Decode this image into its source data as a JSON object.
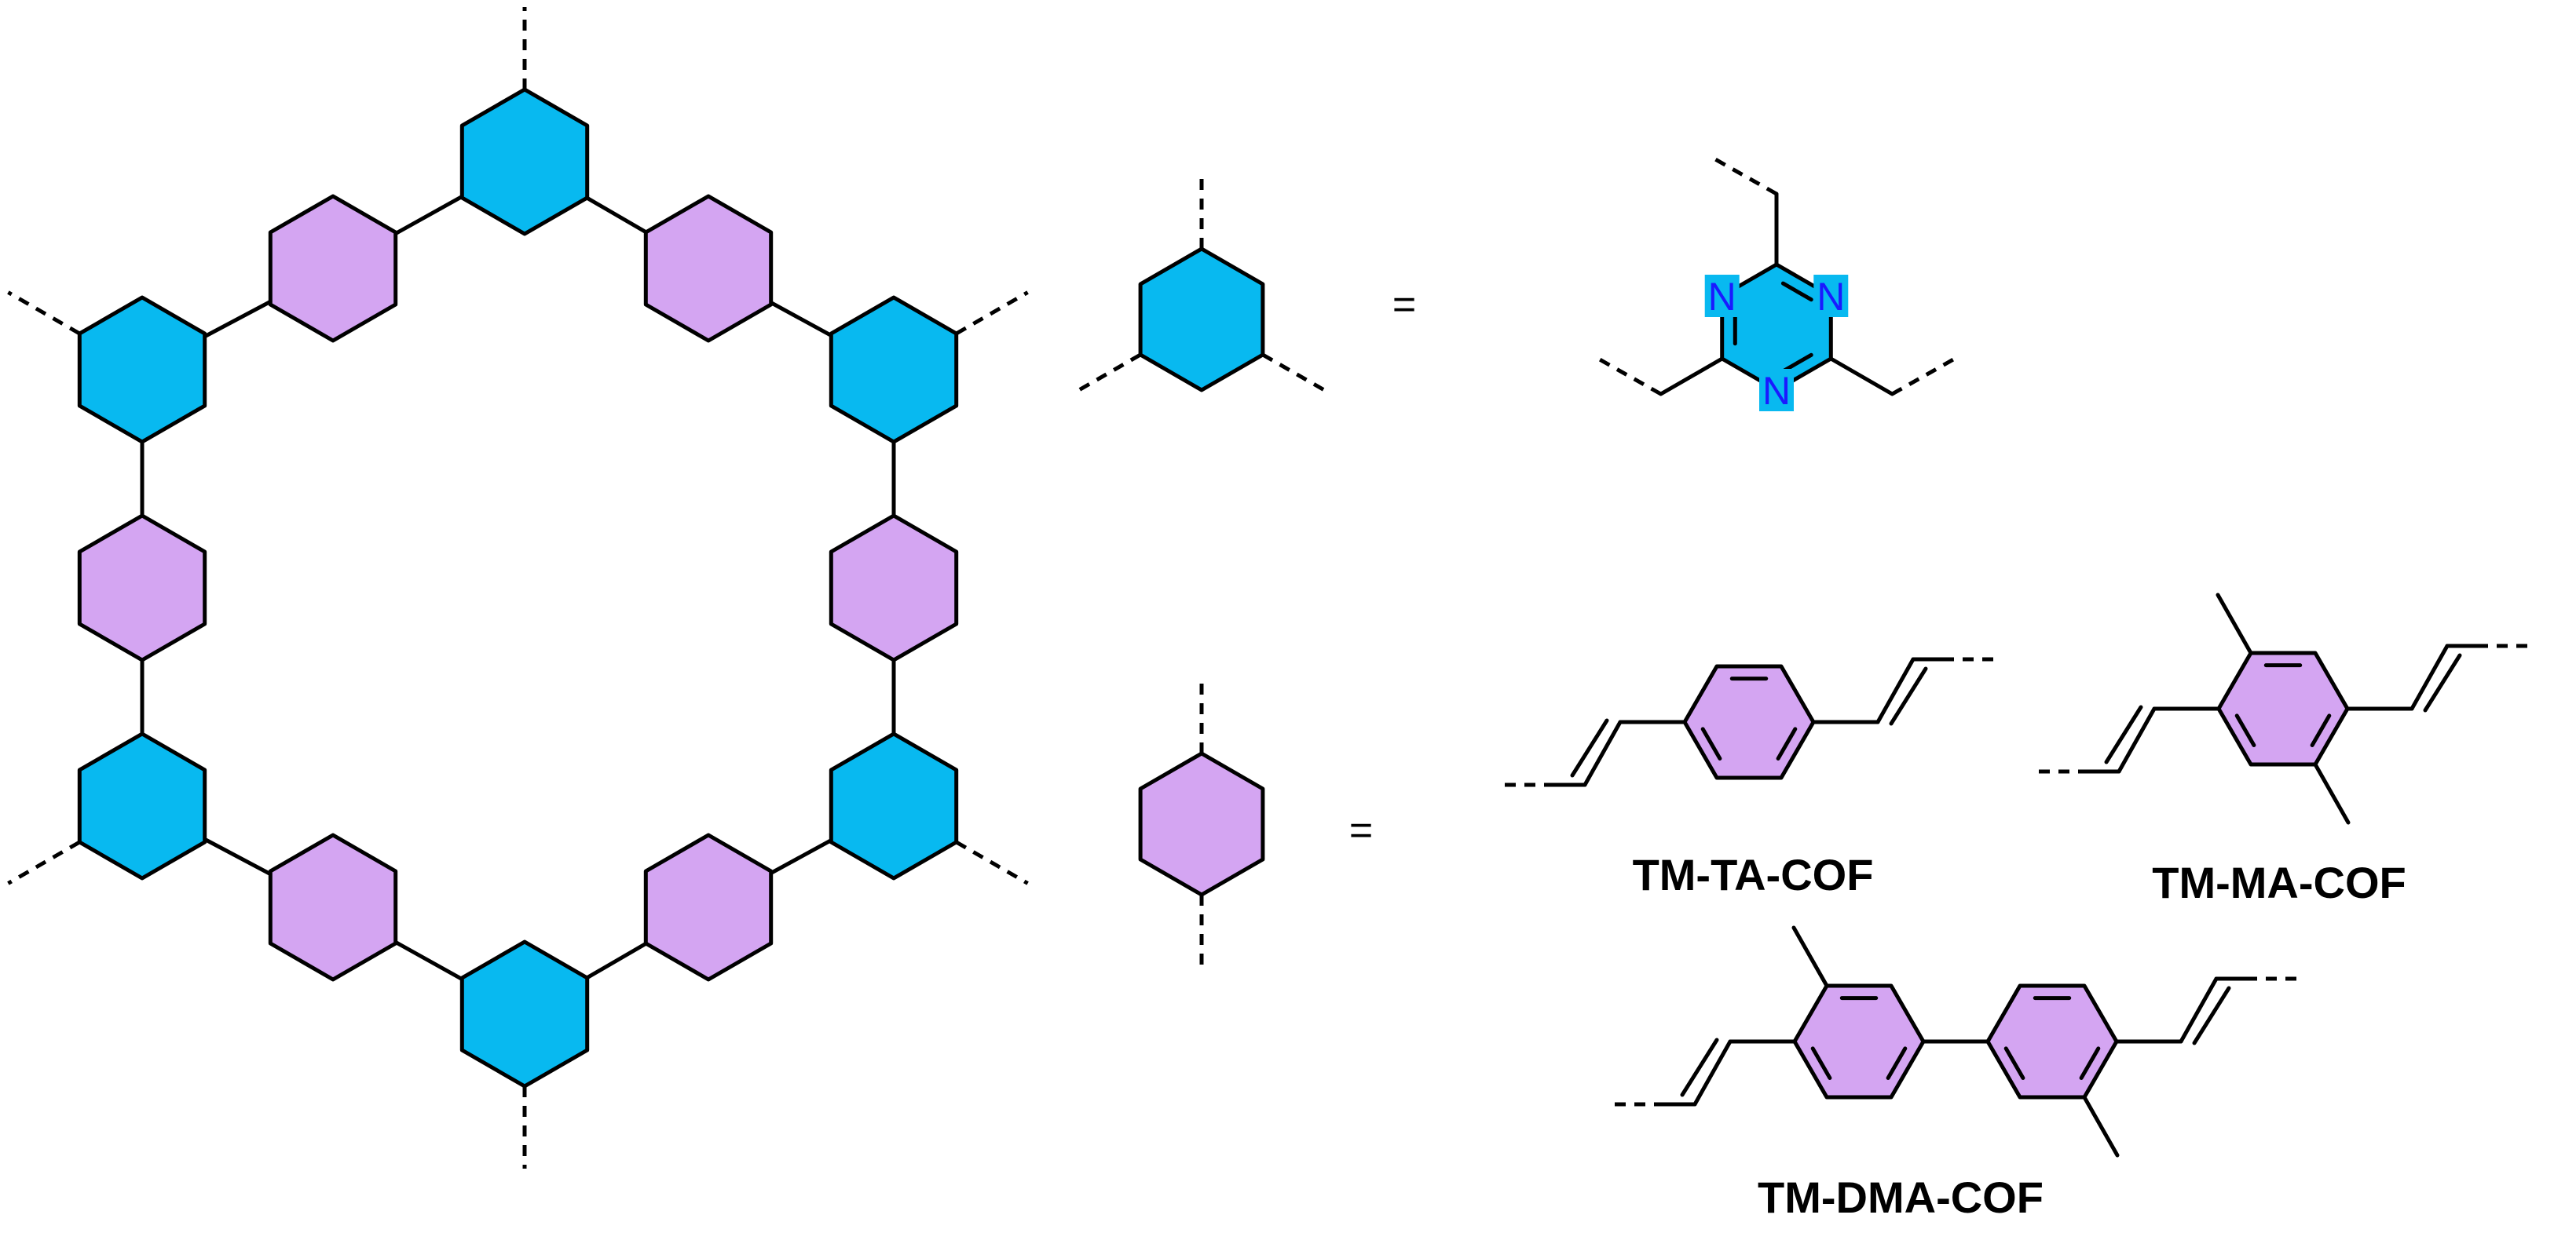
{
  "colors": {
    "node": "#08B9F0",
    "linker": "#D4A5F2",
    "heteroatom": "#1A1AFF",
    "ink": "#000000"
  },
  "atoms": {
    "nitrogen": "N"
  },
  "equals": "=",
  "labels": {
    "ta": "TM-TA-COF",
    "ma": "TM-MA-COF",
    "dma": "TM-DMA-COF"
  }
}
